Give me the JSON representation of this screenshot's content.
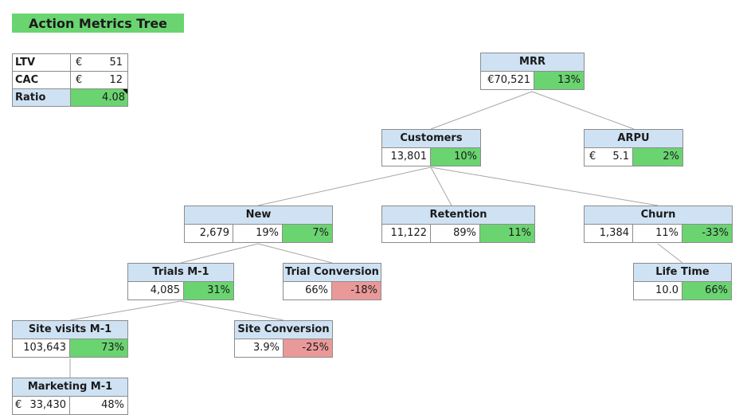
{
  "title": "Action Metrics Tree",
  "kpi": {
    "rows": [
      {
        "label": "LTV",
        "currency": "€",
        "value": "51"
      },
      {
        "label": "CAC",
        "currency": "€",
        "value": "12"
      },
      {
        "label": "Ratio",
        "currency": "",
        "value": "4.08"
      }
    ]
  },
  "nodes": {
    "mrr": {
      "title": "MRR",
      "value": "€70,521",
      "change": "13%"
    },
    "customers": {
      "title": "Customers",
      "value": "13,801",
      "change": "10%"
    },
    "arpu": {
      "title": "ARPU",
      "currency": "€",
      "value": "5.1",
      "change": "2%"
    },
    "new": {
      "title": "New",
      "value": "2,679",
      "share": "19%",
      "change": "7%"
    },
    "retention": {
      "title": "Retention",
      "value": "11,122",
      "share": "89%",
      "change": "11%"
    },
    "churn": {
      "title": "Churn",
      "value": "1,384",
      "share": "11%",
      "change": "-33%"
    },
    "trials": {
      "title": "Trials M-1",
      "value": "4,085",
      "change": "31%"
    },
    "trial_conversion": {
      "title": "Trial Conversion",
      "value": "66%",
      "change": "-18%"
    },
    "life_time": {
      "title": "Life Time",
      "value": "10.0",
      "change": "66%"
    },
    "site_visits": {
      "title": "Site visits M-1",
      "value": "103,643",
      "change": "73%"
    },
    "site_conversion": {
      "title": "Site Conversion",
      "value": "3.9%",
      "change": "-25%"
    },
    "marketing": {
      "title": "Marketing M-1",
      "currency": "€",
      "value": "33,430",
      "change": "48%"
    }
  }
}
